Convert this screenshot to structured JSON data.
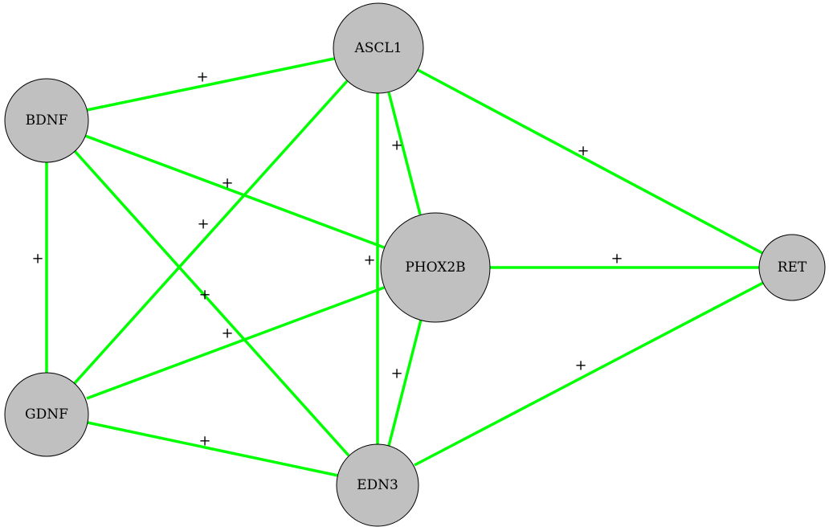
{
  "graph": {
    "edge_color": "#00ff00",
    "node_fill": "#c0c0c0",
    "nodes": [
      {
        "id": "ASCL1",
        "label": "ASCL1"
      },
      {
        "id": "BDNF",
        "label": "BDNF"
      },
      {
        "id": "PHOX2B",
        "label": "PHOX2B"
      },
      {
        "id": "RET",
        "label": "RET"
      },
      {
        "id": "GDNF",
        "label": "GDNF"
      },
      {
        "id": "EDN3",
        "label": "EDN3"
      }
    ],
    "edges": [
      {
        "source": "BDNF",
        "target": "ASCL1",
        "label": "+"
      },
      {
        "source": "ASCL1",
        "target": "GDNF",
        "label": "+"
      },
      {
        "source": "ASCL1",
        "target": "PHOX2B",
        "label": "+"
      },
      {
        "source": "ASCL1",
        "target": "EDN3",
        "label": "+"
      },
      {
        "source": "ASCL1",
        "target": "RET",
        "label": "+"
      },
      {
        "source": "BDNF",
        "target": "PHOX2B",
        "label": "+"
      },
      {
        "source": "BDNF",
        "target": "EDN3",
        "label": "+"
      },
      {
        "source": "BDNF",
        "target": "GDNF",
        "label": "+"
      },
      {
        "source": "PHOX2B",
        "target": "RET",
        "label": "+"
      },
      {
        "source": "GDNF",
        "target": "PHOX2B",
        "label": "+"
      },
      {
        "source": "PHOX2B",
        "target": "EDN3",
        "label": "+"
      },
      {
        "source": "GDNF",
        "target": "EDN3",
        "label": "+"
      },
      {
        "source": "EDN3",
        "target": "RET",
        "label": "+"
      }
    ]
  }
}
